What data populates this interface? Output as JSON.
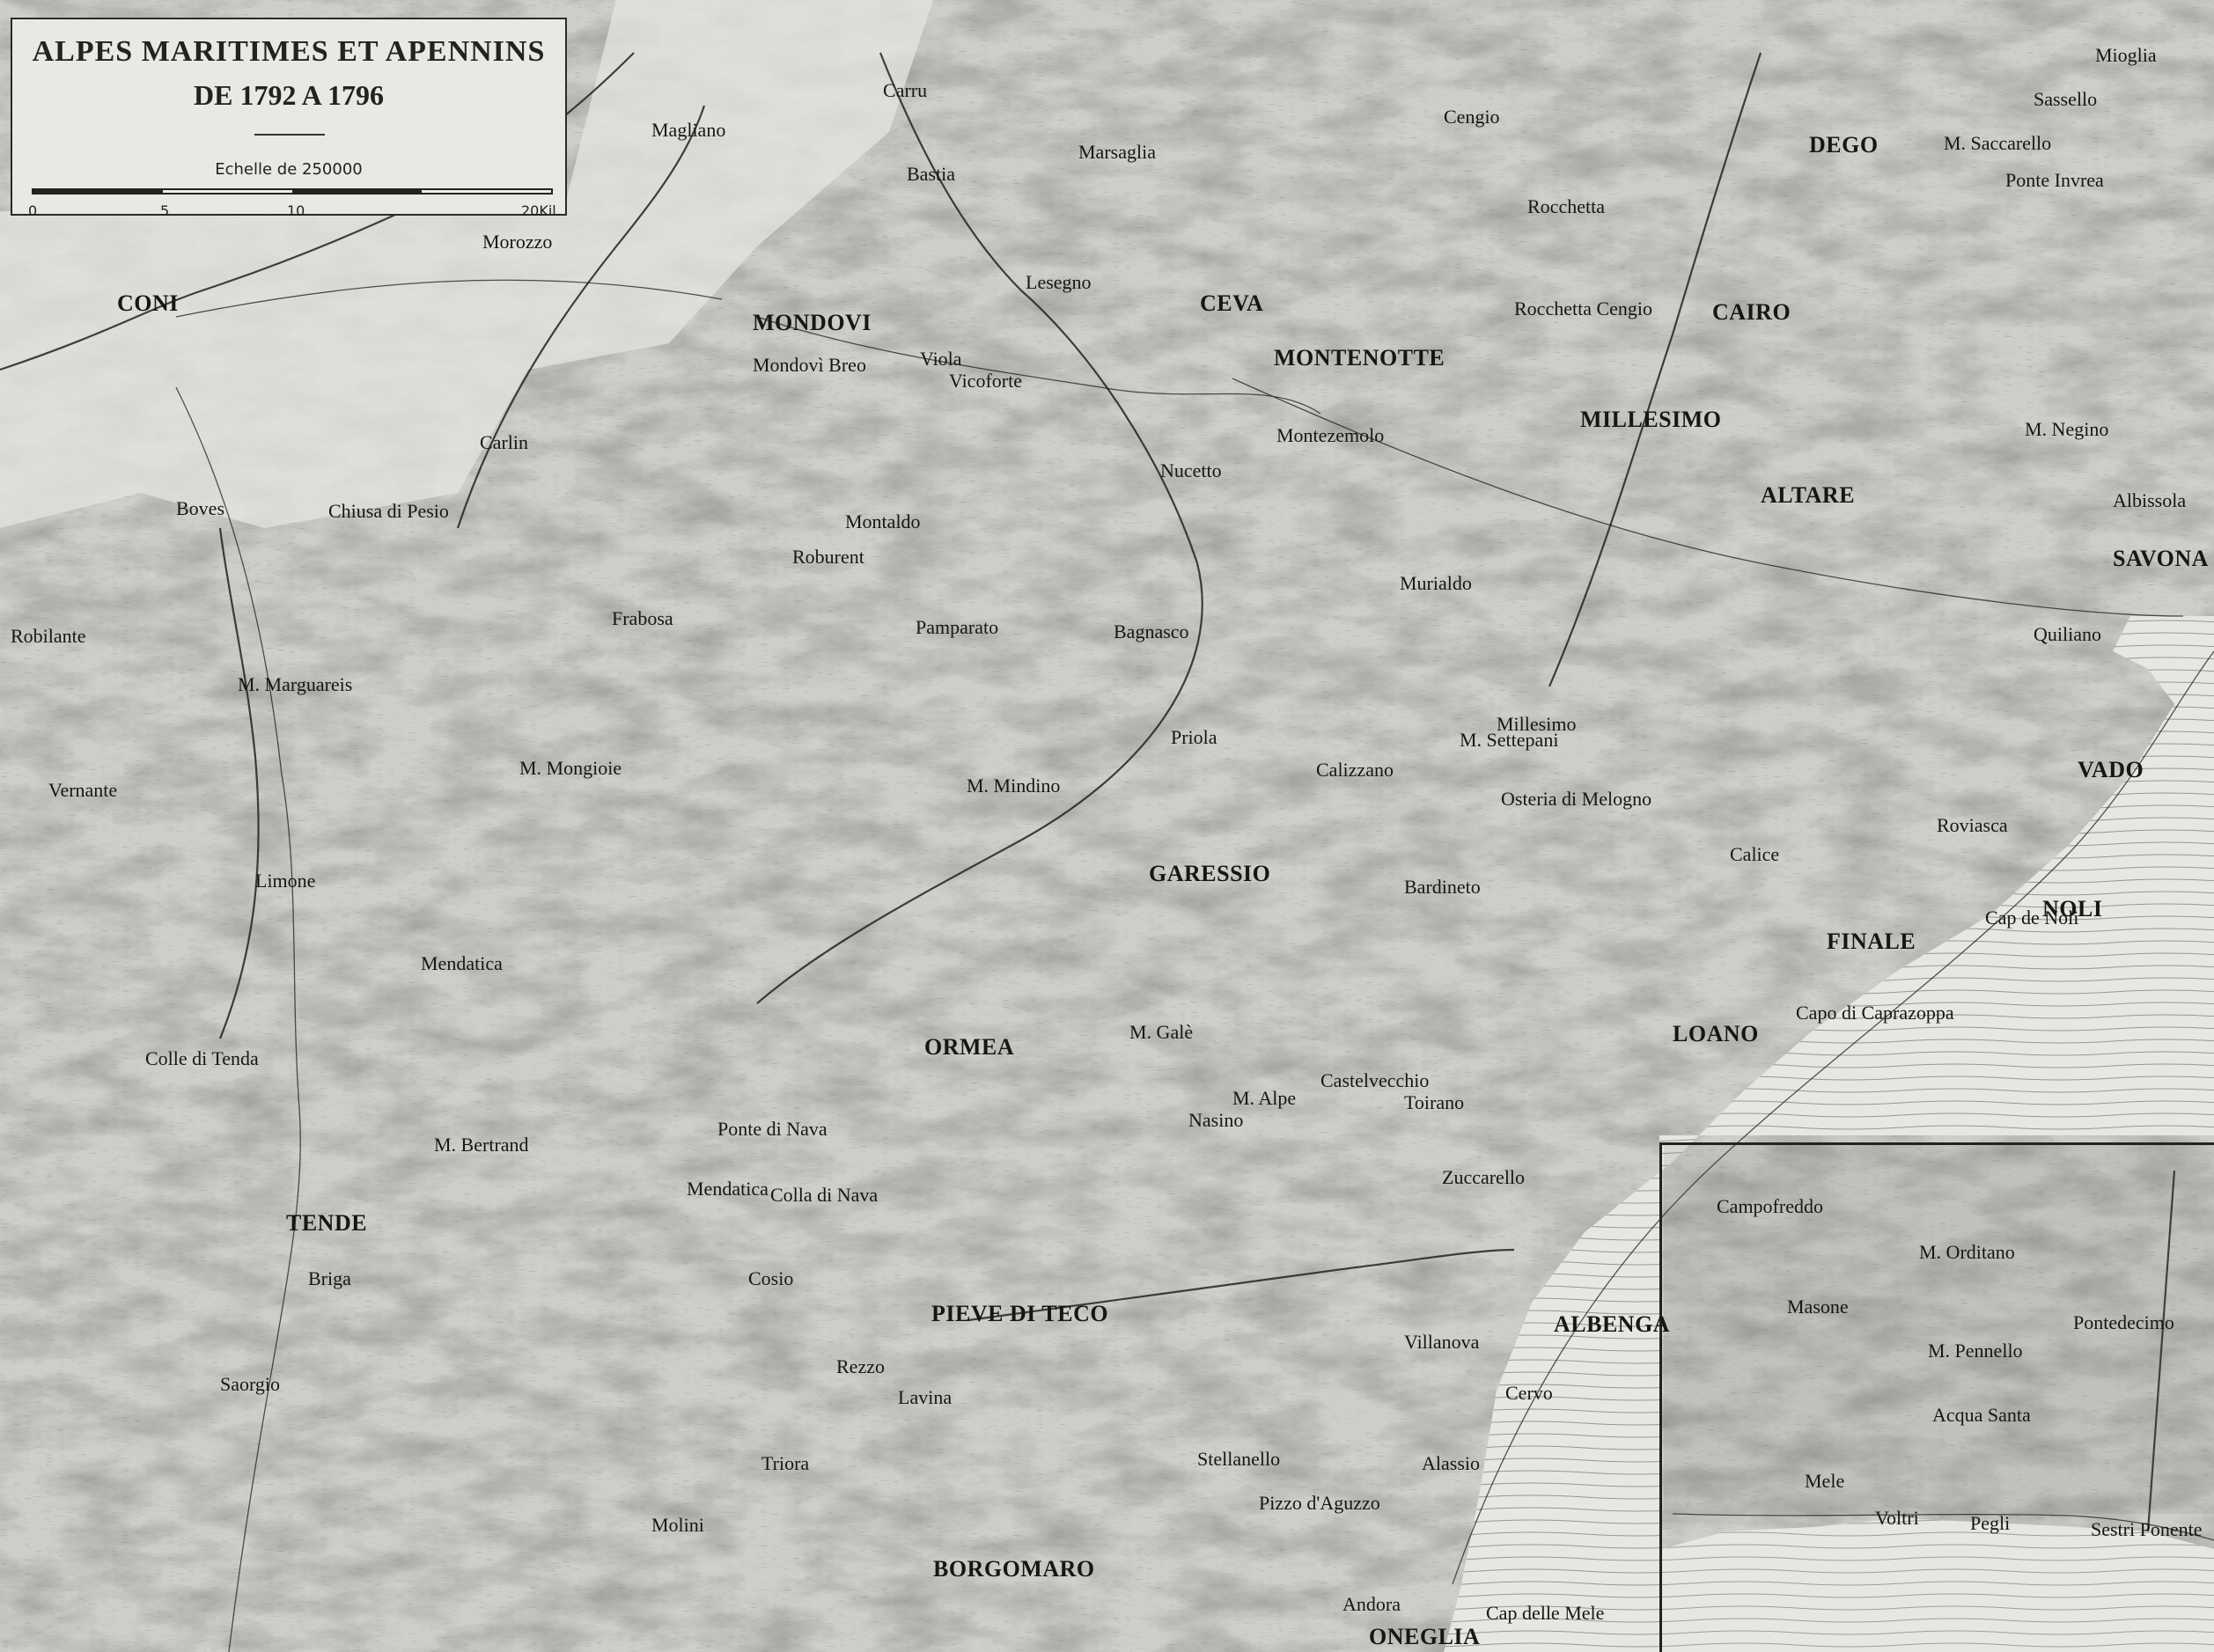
{
  "title": {
    "line1": "ALPES MARITIMES ET APENNINS",
    "line2": "DE 1792 A 1796"
  },
  "scale": {
    "label": "Echelle de 250000",
    "ticks": [
      "0",
      "5",
      "10",
      "20Kil."
    ]
  },
  "places_major": [
    "CONI",
    "MONDOVI",
    "CEVA",
    "MILLESIMO",
    "SAVONA",
    "ALBENGA",
    "FINALE",
    "GARESSIO",
    "ORMEA",
    "TENDE",
    "VADO",
    "NOLI",
    "LOANO",
    "PIEVE DI TECO",
    "ONEGLIA",
    "BORGOMARO",
    "CAIRO",
    "ALTARE",
    "DEGO",
    "MONTENOTTE"
  ],
  "places_minor": [
    "Carru",
    "Bastia",
    "Morozzo",
    "Boves",
    "Chiusa di Pesio",
    "Frabosa",
    "Vernante",
    "Limone",
    "Robilante",
    "Vicoforte",
    "Lesegno",
    "Montezemolo",
    "Priola",
    "Bagnasco",
    "Nucetto",
    "Murialdo",
    "Calizzano",
    "Bardineto",
    "Toirano",
    "Zuccarello",
    "Castelvecchio",
    "Nasino",
    "Ponte di Nava",
    "Mendatica",
    "Rezzo",
    "Villanova",
    "Andora",
    "Pizzo d'Aguzzo",
    "Stellanello",
    "M. Bertrand",
    "Colla di Nava",
    "M. Galè",
    "M. Settepani",
    "Osteria di Melogno",
    "Calice",
    "Roviasca",
    "Quiliano",
    "Albissola",
    "Cengio",
    "Rocchetta Cengio",
    "M. Mindino",
    "M. Saccarello",
    "Carlin",
    "Magliano",
    "Mondovì Breo",
    "Cap de Noli",
    "Capo di Caprazoppa",
    "Campofreddo",
    "M. Orditano",
    "Pontedecimo",
    "Voltri",
    "Pegli",
    "Sestri Ponente",
    "Masone",
    "M. Pennello",
    "Mele",
    "Acqua Santa",
    "Cap delle Mele",
    "Alassio",
    "Lavina",
    "Cervo",
    "M. Alpe",
    "Marsaglia",
    "Millesimo",
    "Sassello",
    "Ponte Invrea",
    "Mioglia",
    "Rocchetta",
    "M. Negino",
    "Viola",
    "Pamparato",
    "Roburent",
    "Montaldo",
    "M. Mongioie",
    "M. Marguareis",
    "Colle di Tenda",
    "Briga",
    "Saorgio",
    "Mendatica",
    "Cosio",
    "Triora",
    "Molini"
  ],
  "colors": {
    "paper": "#e9e8e3",
    "relief": "#9a9a94",
    "ink": "#161616",
    "sea": "#dcdcd6"
  }
}
